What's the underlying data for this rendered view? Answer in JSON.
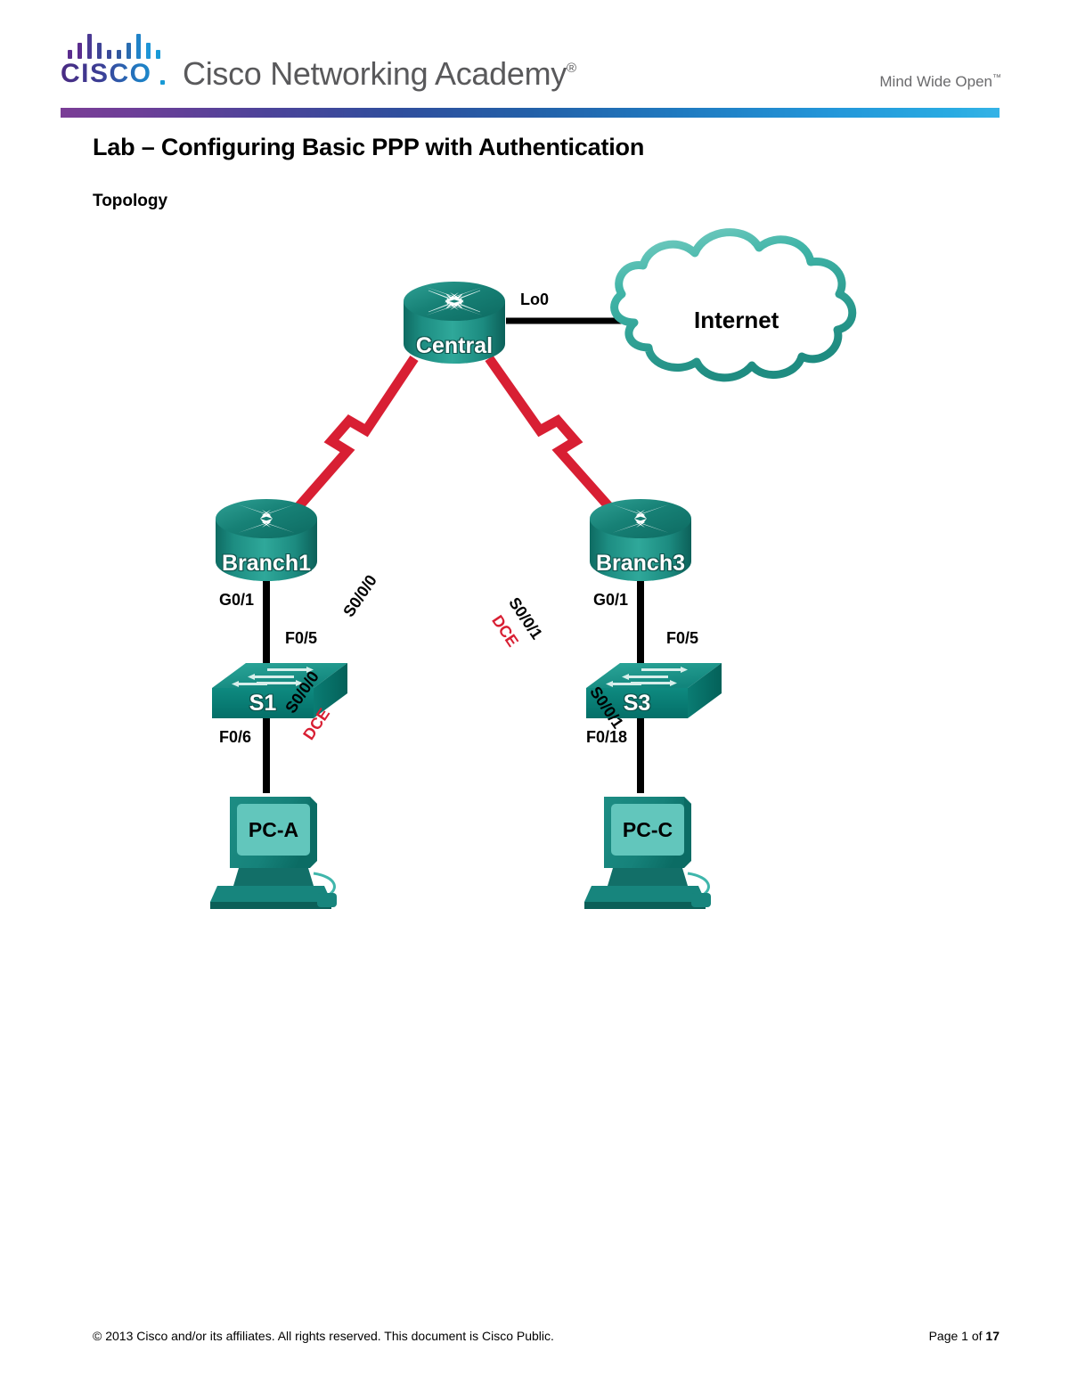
{
  "header": {
    "logo_word": "CISCO",
    "academy_text": "Cisco Networking Academy",
    "academy_reg": "®",
    "tagline": "Mind Wide Open",
    "tagline_tm": "™",
    "logo_bars": [
      {
        "height": 10,
        "color": "#5b2d8e"
      },
      {
        "height": 18,
        "color": "#5b2d8e"
      },
      {
        "height": 28,
        "color": "#4b3a93"
      },
      {
        "height": 18,
        "color": "#3f4496"
      },
      {
        "height": 10,
        "color": "#3a4a9a"
      },
      {
        "height": 10,
        "color": "#30589f"
      },
      {
        "height": 18,
        "color": "#2a6cb0"
      },
      {
        "height": 28,
        "color": "#2183c8"
      },
      {
        "height": 18,
        "color": "#1f95d6"
      },
      {
        "height": 10,
        "color": "#189ad6"
      }
    ],
    "gradient_colors": [
      "#7a3d96",
      "#4c4399",
      "#2360a8",
      "#2396d9",
      "#35b3e6"
    ]
  },
  "document": {
    "title": "Lab – Configuring Basic PPP with Authentication",
    "section": "Topology"
  },
  "topology": {
    "colors": {
      "router_teal_dark": "#13776c",
      "router_teal_light": "#2a9d8f",
      "switch_teal": "#0d8f86",
      "pc_teal": "#17857d",
      "pc_screen": "#5fc2b8",
      "cloud_stroke": "#2a9d8f",
      "serial_link": "#d81f33",
      "ethernet_link": "#000000"
    },
    "cloud": {
      "label": "Internet"
    },
    "routers": [
      {
        "id": "central",
        "label": "Central"
      },
      {
        "id": "branch1",
        "label": "Branch1"
      },
      {
        "id": "branch3",
        "label": "Branch3"
      }
    ],
    "switches": [
      {
        "id": "s1",
        "label": "S1"
      },
      {
        "id": "s3",
        "label": "S3"
      }
    ],
    "pcs": [
      {
        "id": "pca",
        "label": "PC-A"
      },
      {
        "id": "pcc",
        "label": "PC-C"
      }
    ],
    "links": [
      {
        "id": "central-internet",
        "type": "ethernet",
        "label": "Lo0"
      },
      {
        "id": "central-branch1-central-end",
        "type": "serial",
        "label": "S0/0/0"
      },
      {
        "id": "central-branch1-branch-end",
        "type": "serial",
        "label": "S0/0/0"
      },
      {
        "id": "central-branch1-dce",
        "type": "serial",
        "label": "DCE"
      },
      {
        "id": "central-branch3-central-end",
        "type": "serial",
        "label": "S0/0/1"
      },
      {
        "id": "central-branch3-dce",
        "type": "serial",
        "label": "DCE"
      },
      {
        "id": "central-branch3-branch-end",
        "type": "serial",
        "label": "S0/0/1"
      },
      {
        "id": "branch1-s1-router-end",
        "type": "ethernet",
        "label": "G0/1"
      },
      {
        "id": "branch1-s1-switch-end",
        "type": "ethernet",
        "label": "F0/5"
      },
      {
        "id": "s1-pca-switch-end",
        "type": "ethernet",
        "label": "F0/6"
      },
      {
        "id": "branch3-s3-router-end",
        "type": "ethernet",
        "label": "G0/1"
      },
      {
        "id": "branch3-s3-switch-end",
        "type": "ethernet",
        "label": "F0/5"
      },
      {
        "id": "s3-pcc-switch-end",
        "type": "ethernet",
        "label": "F0/18"
      }
    ]
  },
  "footer": {
    "copyright": "© 2013 Cisco and/or its affiliates. All rights reserved. This document is Cisco Public.",
    "page_prefix": "Page 1 of ",
    "page_total": "17"
  }
}
